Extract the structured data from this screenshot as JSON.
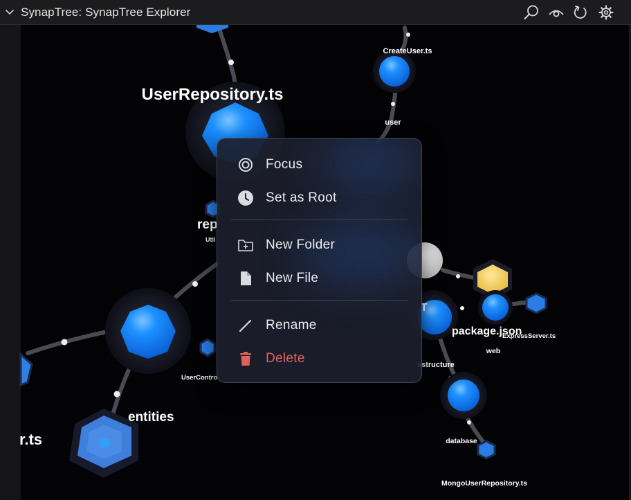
{
  "header": {
    "title": "SynapTree: SynapTree Explorer",
    "icons": [
      "chevron-down-icon",
      "search-icon",
      "eye-icon",
      "refresh-icon",
      "gear-icon"
    ]
  },
  "graph": {
    "labels": {
      "user_repository": "UserRepository.ts",
      "create_user": "CreateUser.ts",
      "user": "user",
      "rep": "rep",
      "util": "Util",
      "user_controller": "UserContro",
      "entities": "entities",
      "er_ts": "r.ts",
      "package_json": "package.json",
      "express_server": "ExpressServer.ts",
      "web": "web",
      "infrastructure": "astructure",
      "database": "database",
      "mongo_repo": "MongoUserRepository.ts",
      "t_fragment": "T"
    },
    "colors": {
      "node_blue": "#1a8cff",
      "node_yellow": "#f2cf5b",
      "node_white": "#e8e8e8",
      "edge": "#4a4a52"
    }
  },
  "menu": {
    "items": [
      {
        "label": "Focus",
        "icon": "focus-icon"
      },
      {
        "label": "Set as Root",
        "icon": "clock-icon"
      },
      {
        "label": "New Folder",
        "icon": "new-folder-icon"
      },
      {
        "label": "New File",
        "icon": "file-icon"
      },
      {
        "label": "Rename",
        "icon": "pencil-icon"
      },
      {
        "label": "Delete",
        "icon": "trash-icon"
      }
    ],
    "colors": {
      "danger": "#e0605a",
      "text": "#eceef2"
    }
  }
}
